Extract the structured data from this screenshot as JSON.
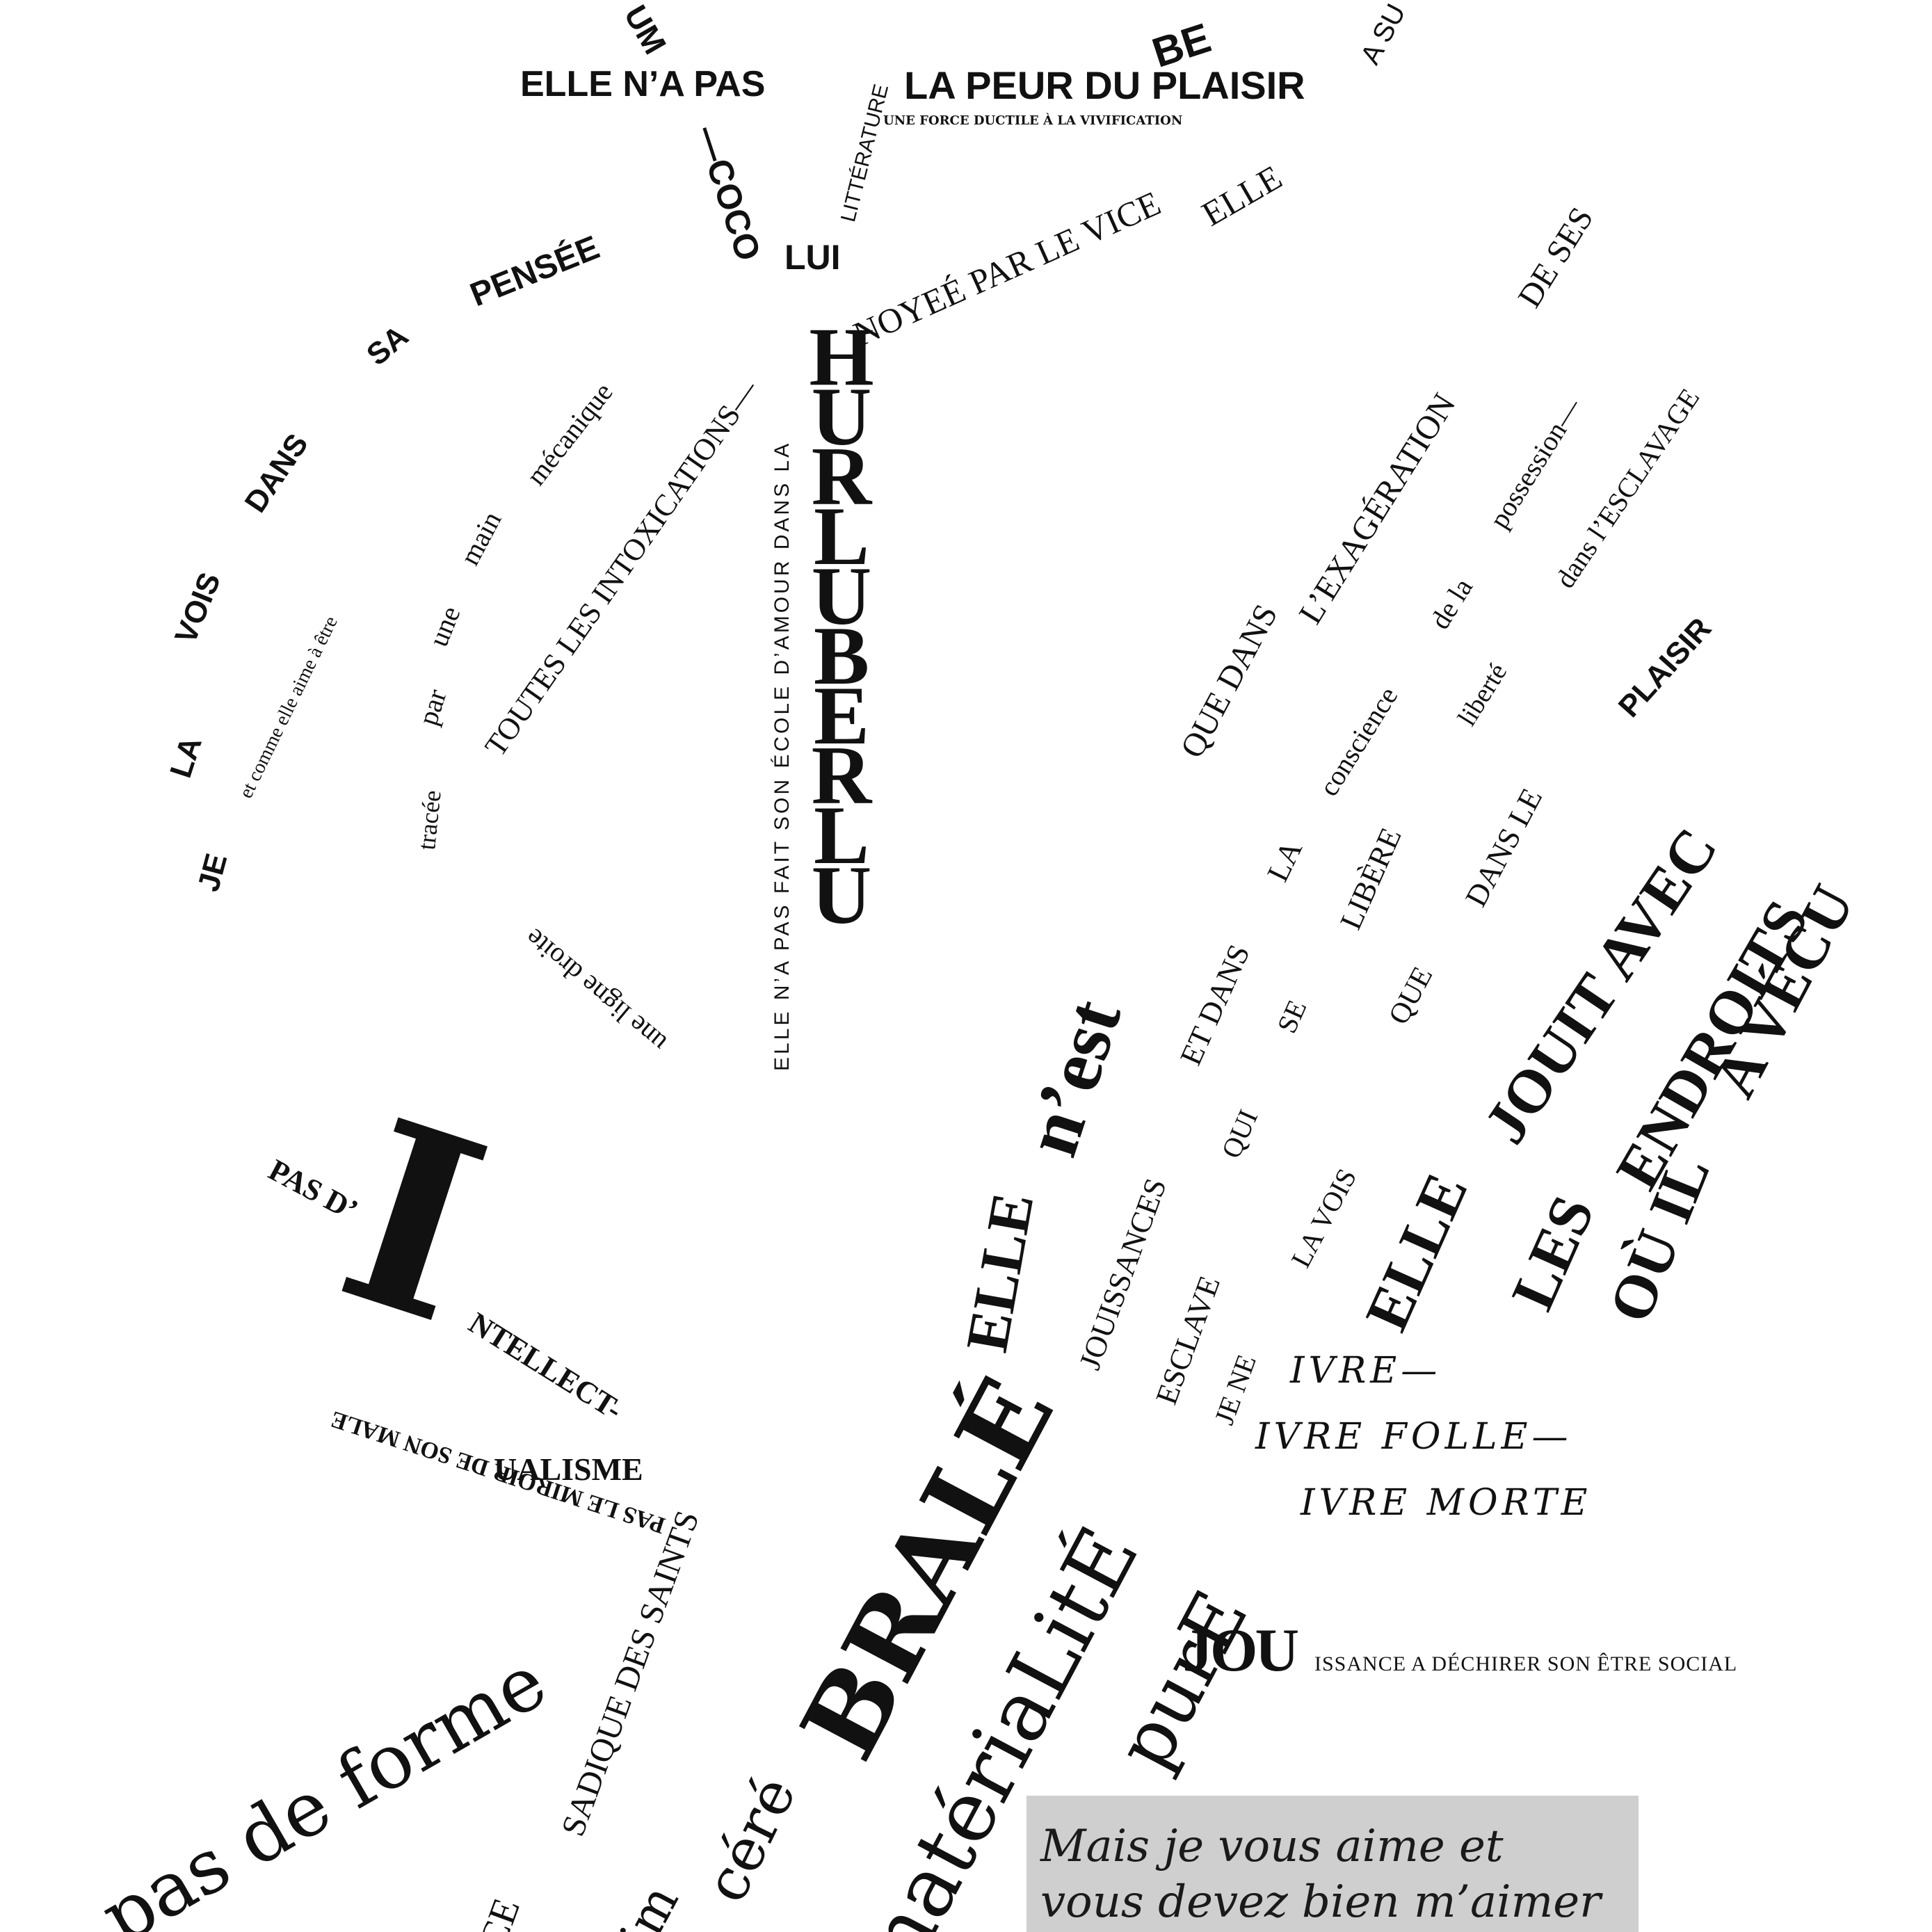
{
  "poem": {
    "top_fragment_um": "UM",
    "top_fragment_be": "BE",
    "top_fragment_su": "A SU",
    "elle_na_pas": "ELLE N’A PAS",
    "la_peur_du_plaisir": "LA PEUR DU PLAISIR",
    "une_force": "UNE FORCE DUCTILE À LA VIVIFICATION",
    "litterature": "LITTÉRATURE",
    "coco": "—COCO",
    "lui": "LUI",
    "je": "JE",
    "la": "LA",
    "vois": "VOIS",
    "dans": "DANS",
    "sa": "SA",
    "pensee": "PENSÉE",
    "et_comme": "et comme elle aime à être",
    "par": "par",
    "une": "une",
    "main": "main",
    "mecanique": "mécanique",
    "tracee": "tracée",
    "une_ligne_droite": "une ligne droite",
    "toutes_les_intoxications": "TOUTES LES INTOXICATIONS—",
    "ecole": "ELLE N’A PAS FAIT SON ÉCOLE D’AMOUR DANS LA",
    "noyee": "NOYEÉ PAR LE VICE",
    "elle_top": "ELLE",
    "hurluberlu_letters": [
      "H",
      "U",
      "R",
      "L",
      "U",
      "B",
      "E",
      "R",
      "L",
      "U"
    ],
    "de_ses": "DE SES",
    "exageration": "L’EXAGÉRATION",
    "que_dans_1": "QUE DANS",
    "possession": "possession—",
    "de_la": "de la",
    "conscience": "conscience",
    "esclavage": "dans l’ESCLAVAGE",
    "liberte": "liberté",
    "plaisir": "PLAISIR",
    "dans_le": "DANS LE",
    "libere": "LIBÈRE",
    "se": "SE",
    "qui": "QUI",
    "la_2": "LA",
    "et_dans": "ET DANS",
    "que_2": "QUE",
    "elle_nest_1": "ELLE",
    "elle_nest_2": "n’est",
    "jouissances": "JOUISSANCES",
    "esclave": "ESCLAVE",
    "je_ne": "JE NE",
    "la_vois": "LA VOIS",
    "elle_jouit_1": "ELLE",
    "elle_jouit_2": "JOUIT AVEC",
    "les_endroits_1": "LES",
    "les_endroits_2": "ENDROITS",
    "ou_il_1": "OÙ IL",
    "ou_il_2": "A VÉCU",
    "pas_d": "PAS D’",
    "intellect": "NTELLECT-",
    "ualisme": "UALISME",
    "big_i": "I",
    "miroir": "PAS LE MIROIR DE SON MALE",
    "ivre_1": "IVRE—",
    "ivre_2": "IVRE FOLLE—",
    "ivre_3": "IVRE MORTE",
    "pas_de_forme": "pas de forme",
    "sadique": "SADIQUE DES SAINTS",
    "cere": "céré",
    "brale": "BRALÉ",
    "materialite": "matériaLitÉ",
    "pure": "purE",
    "jou": "JOU",
    "issance": "ISSANCE A DÉCHIRER SON ÊTRE SOCIAL",
    "ce_fragment": "CE",
    "im_fragment": "im",
    "handwriting_1": "Mais je vous aime et",
    "handwriting_2": "vous devez bien m’aimer"
  }
}
